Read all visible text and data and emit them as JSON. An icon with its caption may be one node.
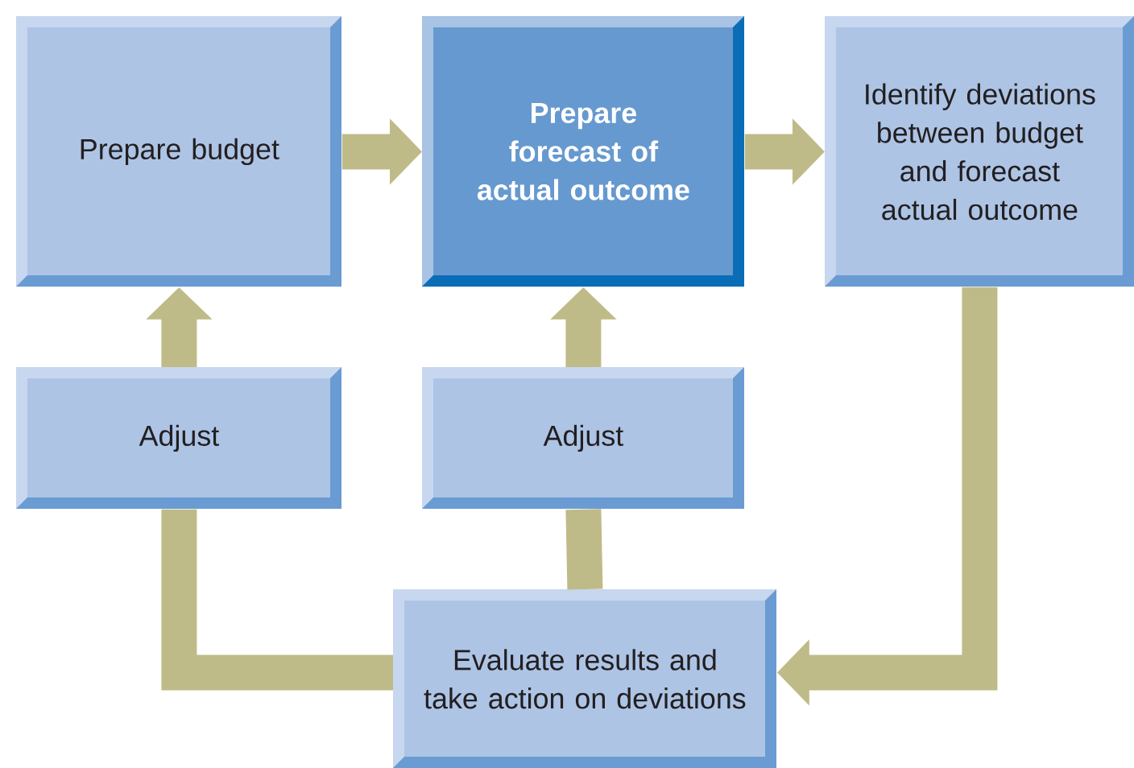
{
  "diagram": {
    "nodes": [
      {
        "text": [
          "Prepare budget"
        ]
      },
      {
        "text": [
          "Prepare forecast of actual outcome"
        ]
      },
      {
        "text": [
          "Identify deviations between budget and forecast actual outcome"
        ]
      },
      {
        "text": [
          "Adjust"
        ]
      },
      {
        "text": [
          "Adjust"
        ]
      },
      {
        "text": [
          "Evaluate results and take action on deviations"
        ]
      }
    ],
    "edges": [
      {
        "from": 0,
        "to": 1,
        "arrow": "to"
      },
      {
        "from": 1,
        "to": 2,
        "arrow": "to"
      },
      {
        "from": 2,
        "to": 5,
        "arrow": "to"
      },
      {
        "from": 5,
        "to": 3,
        "arrow": "none"
      },
      {
        "from": 5,
        "to": 4,
        "arrow": "none"
      },
      {
        "from": 3,
        "to": 0,
        "arrow": "to"
      },
      {
        "from": 4,
        "to": 1,
        "arrow": "to"
      }
    ]
  }
}
